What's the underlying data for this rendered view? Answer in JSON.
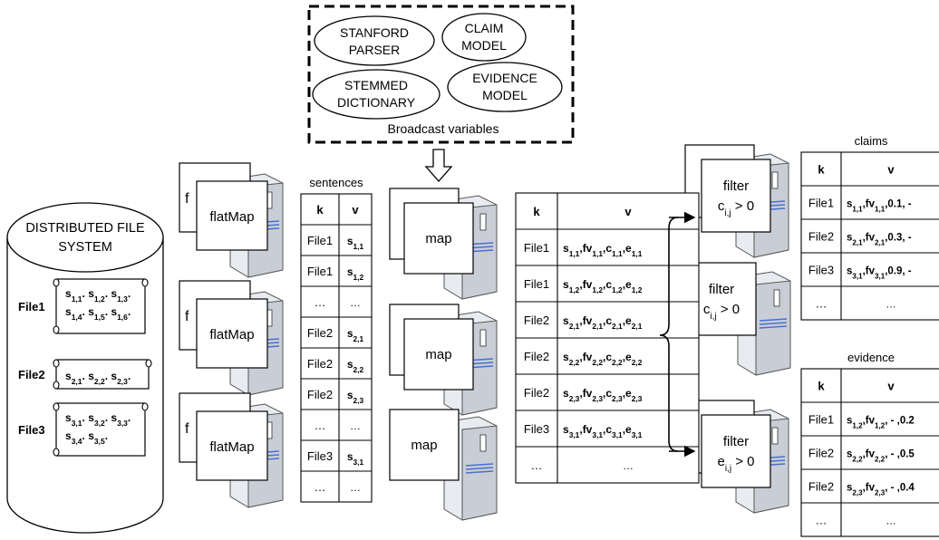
{
  "broadcast": {
    "caption": "Broadcast variables",
    "models": [
      {
        "lines": [
          "STANFORD",
          "PARSER"
        ]
      },
      {
        "lines": [
          "CLAIM",
          "MODEL"
        ]
      },
      {
        "lines": [
          "STEMMED",
          "DICTIONARY"
        ]
      },
      {
        "lines": [
          "EVIDENCE",
          "MODEL"
        ]
      }
    ]
  },
  "dfs": {
    "title_lines": [
      "DISTRIBUTED FILE",
      "SYSTEM"
    ],
    "files": [
      {
        "name": "File1",
        "lines": [
          [
            [
              "s",
              "1,1"
            ],
            [
              "s",
              "1,2"
            ],
            [
              "s",
              "1,3"
            ]
          ],
          [
            [
              "s",
              "1,4"
            ],
            [
              "s",
              "1,5"
            ],
            [
              "s",
              "1,6"
            ]
          ]
        ]
      },
      {
        "name": "File2",
        "lines": [
          [
            [
              "s",
              "2,1"
            ],
            [
              "s",
              "2,2"
            ],
            [
              "s",
              "2,3"
            ]
          ]
        ]
      },
      {
        "name": "File3",
        "lines": [
          [
            [
              "s",
              "3,1"
            ],
            [
              "s",
              "3,2"
            ],
            [
              "s",
              "3,3"
            ]
          ],
          [
            [
              "s",
              "3,4"
            ],
            [
              "s",
              "3,5"
            ]
          ]
        ]
      }
    ]
  },
  "workers": {
    "flatmap_label": "flatMap",
    "flatmap_back_glyph": "f",
    "map_label": "map",
    "filter_label": "filter",
    "filters": [
      {
        "var": "c",
        "sub": "i,j",
        "cond": " > 0"
      },
      {
        "var": "c",
        "sub": "i,j",
        "cond": " > 0"
      },
      {
        "var": "e",
        "sub": "i,j",
        "cond": " > 0"
      }
    ]
  },
  "sentences_table": {
    "title": "sentences",
    "headers": [
      "k",
      "v"
    ],
    "rows": [
      {
        "k": "File1",
        "v": [
          [
            "s",
            "1,1"
          ]
        ]
      },
      {
        "k": "File1",
        "v": [
          [
            "s",
            "1,2"
          ]
        ]
      },
      {
        "k": "…",
        "v": [
          [
            "…",
            ""
          ]
        ]
      },
      {
        "k": "File2",
        "v": [
          [
            "s",
            "2,1"
          ]
        ]
      },
      {
        "k": "File2",
        "v": [
          [
            "s",
            "2,2"
          ]
        ]
      },
      {
        "k": "File2",
        "v": [
          [
            "s",
            "2,3"
          ]
        ]
      },
      {
        "k": "…",
        "v": [
          [
            "…",
            ""
          ]
        ]
      },
      {
        "k": "File3",
        "v": [
          [
            "s",
            "3,1"
          ]
        ]
      },
      {
        "k": "…",
        "v": [
          [
            "…",
            ""
          ]
        ]
      }
    ]
  },
  "features_table": {
    "headers": [
      "k",
      "v"
    ],
    "rows": [
      {
        "k": "File1",
        "v": [
          [
            "s",
            "1,1"
          ],
          [
            ",",
            ""
          ],
          [
            "fv",
            "1,1"
          ],
          [
            ",",
            ""
          ],
          [
            "c",
            "1,1"
          ],
          [
            ",",
            ""
          ],
          [
            "e",
            "1,1"
          ]
        ]
      },
      {
        "k": "File1",
        "v": [
          [
            "s",
            "1,2"
          ],
          [
            ",",
            ""
          ],
          [
            "fv",
            "1,2"
          ],
          [
            ",",
            ""
          ],
          [
            "c",
            "1,2"
          ],
          [
            ",",
            ""
          ],
          [
            "e",
            "1,2"
          ]
        ]
      },
      {
        "k": "File2",
        "v": [
          [
            "s",
            "2,1"
          ],
          [
            ",",
            ""
          ],
          [
            "fv",
            "2,1"
          ],
          [
            ",",
            ""
          ],
          [
            "c",
            "2,1"
          ],
          [
            ",",
            ""
          ],
          [
            "e",
            "2,1"
          ]
        ]
      },
      {
        "k": "File2",
        "v": [
          [
            "s",
            "2,2"
          ],
          [
            ",",
            ""
          ],
          [
            "fv",
            "2,2"
          ],
          [
            ",",
            ""
          ],
          [
            "c",
            "2,2"
          ],
          [
            ",",
            ""
          ],
          [
            "e",
            "2,2"
          ]
        ]
      },
      {
        "k": "File2",
        "v": [
          [
            "s",
            "2,3"
          ],
          [
            ",",
            ""
          ],
          [
            "fv",
            "2,3"
          ],
          [
            ",",
            ""
          ],
          [
            "c",
            "2,3"
          ],
          [
            ",",
            ""
          ],
          [
            "e",
            "2,3"
          ]
        ]
      },
      {
        "k": "File3",
        "v": [
          [
            "s",
            "3,1"
          ],
          [
            ",",
            ""
          ],
          [
            "fv",
            "3,1"
          ],
          [
            ",",
            ""
          ],
          [
            "c",
            "3,1"
          ],
          [
            ",",
            ""
          ],
          [
            "e",
            "3,1"
          ]
        ]
      },
      {
        "k": "…",
        "v": [
          [
            "…",
            ""
          ]
        ]
      }
    ]
  },
  "claims_table": {
    "title": "claims",
    "headers": [
      "k",
      "v"
    ],
    "rows": [
      {
        "k": "File1",
        "v": [
          [
            "s",
            "1,1"
          ],
          [
            ",",
            ""
          ],
          [
            "fv",
            "1,1"
          ],
          [
            ",0.1, -",
            ""
          ]
        ]
      },
      {
        "k": "File2",
        "v": [
          [
            "s",
            "2,1"
          ],
          [
            ",",
            ""
          ],
          [
            "fv",
            "2,1"
          ],
          [
            ",0.3, -",
            ""
          ]
        ]
      },
      {
        "k": "File3",
        "v": [
          [
            "s",
            "3,1"
          ],
          [
            ",",
            ""
          ],
          [
            "fv",
            "3,1"
          ],
          [
            ",0.9, -",
            ""
          ]
        ]
      },
      {
        "k": "…",
        "v": [
          [
            "…",
            ""
          ]
        ]
      }
    ]
  },
  "evidence_table": {
    "title": "evidence",
    "headers": [
      "k",
      "v"
    ],
    "rows": [
      {
        "k": "File1",
        "v": [
          [
            "s",
            "1,2"
          ],
          [
            ",",
            ""
          ],
          [
            "fv",
            "1,2"
          ],
          [
            ", - ,0.2",
            ""
          ]
        ]
      },
      {
        "k": "File2",
        "v": [
          [
            "s",
            "2,2"
          ],
          [
            ",",
            ""
          ],
          [
            "fv",
            "2,2"
          ],
          [
            ", - ,0.5",
            ""
          ]
        ]
      },
      {
        "k": "File2",
        "v": [
          [
            "s",
            "2,3"
          ],
          [
            ",",
            ""
          ],
          [
            "fv",
            "2,3"
          ],
          [
            ", - ,0.4",
            ""
          ]
        ]
      },
      {
        "k": "…",
        "v": [
          [
            "…",
            ""
          ]
        ]
      }
    ]
  }
}
